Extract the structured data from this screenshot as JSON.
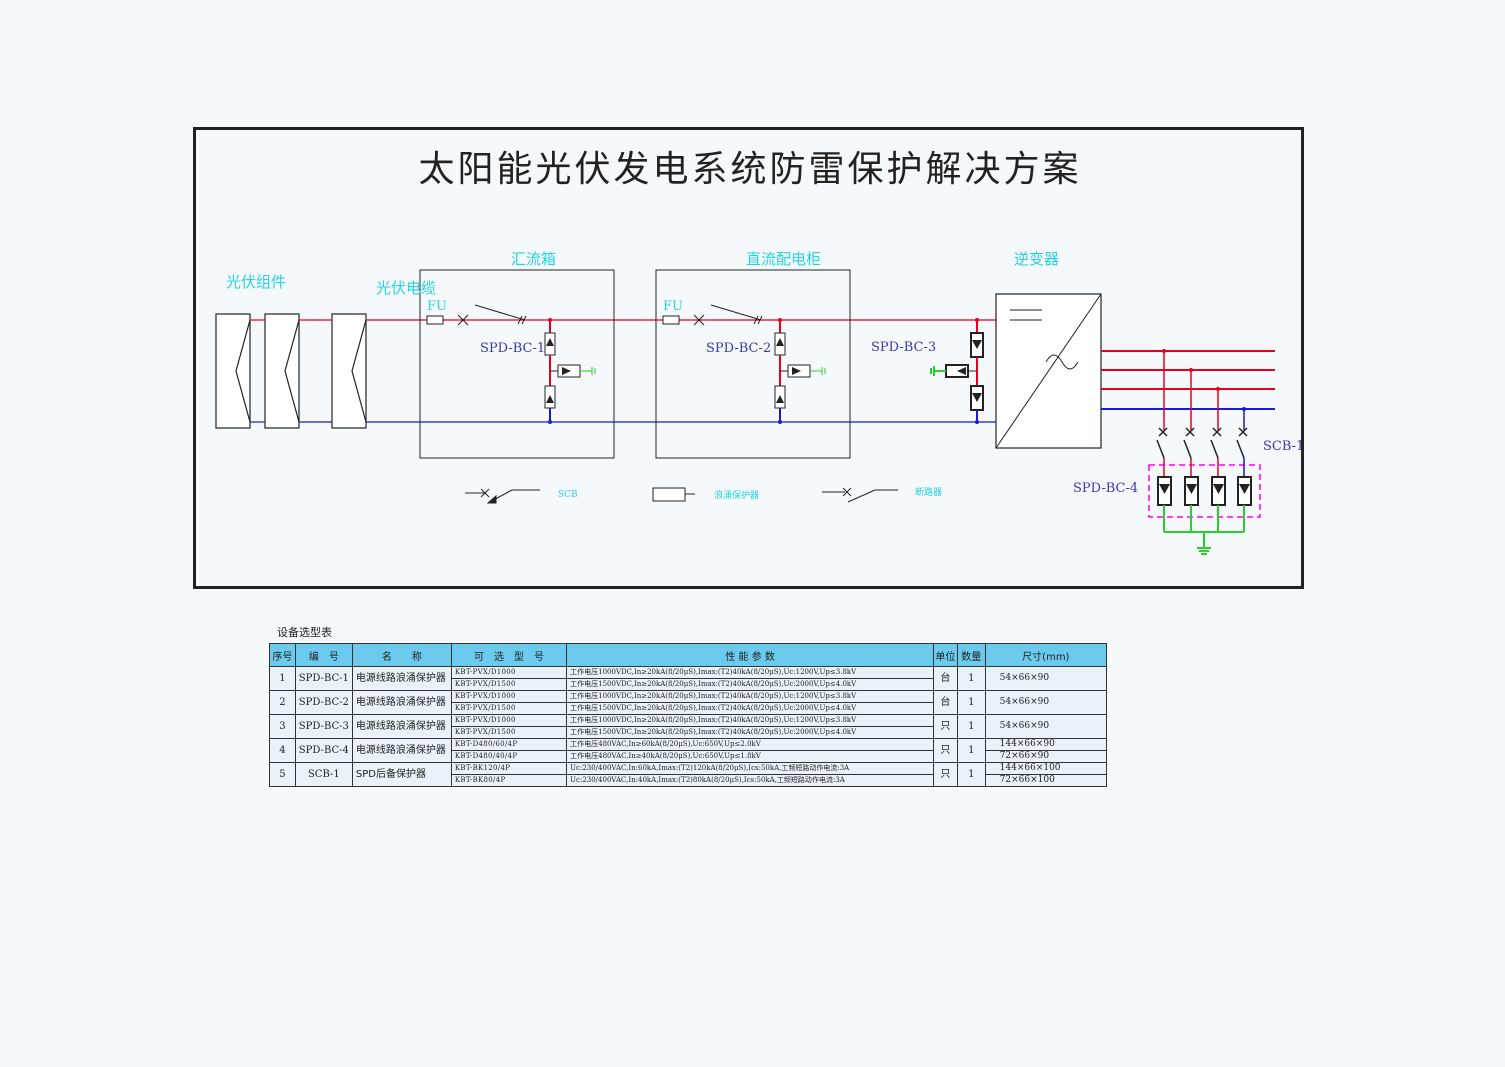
{
  "diagram": {
    "title": "太阳能光伏发电系统防雷保护解决方案",
    "labels": {
      "pv_module": "光伏组件",
      "pv_cable": "光伏电缆",
      "combiner_box": "汇流箱",
      "dc_cabinet": "直流配电柜",
      "inverter": "逆变器",
      "fu1": "FU",
      "fu2": "FU",
      "spd1": "SPD-BC-1",
      "spd2": "SPD-BC-2",
      "spd3": "SPD-BC-3",
      "spd4": "SPD-BC-4",
      "scb1": "SCB-1"
    },
    "legend": {
      "scb": "SCB",
      "surge": "浪涌保护器",
      "breaker": "断路器"
    },
    "colors": {
      "positive_line": "#e8001c",
      "negative_line": "#1a1ad0",
      "ground": "#2ad12a",
      "label_cyan": "#26d3e6",
      "label_blue": "#3a3aa8",
      "spd4_box": "#ff00ff"
    }
  },
  "table": {
    "caption": "设备选型表",
    "headers": [
      "序号",
      "编　号",
      "名　　称",
      "可　选　型　号",
      "性 能 参 数",
      "单位",
      "数量",
      "尺寸(mm)"
    ],
    "rows": [
      {
        "no": "1",
        "code": "SPD-BC-1",
        "name": "电源线路浪涌保护器",
        "models": [
          "KBT-PVX/D1000",
          "KBT-PVX/D1500"
        ],
        "specs": [
          "工作电压1000VDC,In≥20kA(8/20μS),Imax:(T2)40kA(8/20μS),Uc:1200V,Up≤3.8kV",
          "工作电压1500VDC,In≥20kA(8/20μS),Imax:(T2)40kA(8/20μS),Uc:2000V,Up≤4.0kV"
        ],
        "unit": "台",
        "qty": "1",
        "sizes": [
          "54×66×90"
        ]
      },
      {
        "no": "2",
        "code": "SPD-BC-2",
        "name": "电源线路浪涌保护器",
        "models": [
          "KBT-PVX/D1000",
          "KBT-PVX/D1500"
        ],
        "specs": [
          "工作电压1000VDC,In≥20kA(8/20μS),Imax:(T2)40kA(8/20μS),Uc:1200V,Up≤3.8kV",
          "工作电压1500VDC,In≥20kA(8/20μS),Imax:(T2)40kA(8/20μS),Uc:2000V,Up≤4.0kV"
        ],
        "unit": "台",
        "qty": "1",
        "sizes": [
          "54×66×90"
        ]
      },
      {
        "no": "3",
        "code": "SPD-BC-3",
        "name": "电源线路浪涌保护器",
        "models": [
          "KBT-PVX/D1000",
          "KBT-PVX/D1500"
        ],
        "specs": [
          "工作电压1000VDC,In≥20kA(8/20μS),Imax:(T2)40kA(8/20μS),Uc:1200V,Up≤3.8kV",
          "工作电压1500VDC,In≥20kA(8/20μS),Imax:(T2)40kA(8/20μS),Uc:2000V,Up≤4.0kV"
        ],
        "unit": "只",
        "qty": "1",
        "sizes": [
          "54×66×90"
        ]
      },
      {
        "no": "4",
        "code": "SPD-BC-4",
        "name": "电源线路浪涌保护器",
        "models": [
          "KBT-D480/60/4P",
          "KBT-D480/40/4P"
        ],
        "specs": [
          "工作电压480VAC,In≥60kA(8/20μS),Uc:650V,Up≤2.0kV",
          "工作电压480VAC,In≥40kA(8/20μS),Uc:650V,Up≤1.8kV"
        ],
        "unit": "只",
        "qty": "1",
        "sizes": [
          "144×66×90",
          "72×66×90"
        ]
      },
      {
        "no": "5",
        "code": "SCB-1",
        "name": "SPD后备保护器",
        "models": [
          "KBT-BK120/4P",
          "KBT-BK80/4P"
        ],
        "specs": [
          "Uc:230/400VAC,In:60kA,Imax:(T2)120kA(8/20μS),Ics:50kA,工频短路动作电流:3A",
          "Uc:230/400VAC,In:40kA,Imax:(T2)80kA(8/20μS),Ics:50kA,工频短路动作电流:3A"
        ],
        "unit": "只",
        "qty": "1",
        "sizes": [
          "144×66×100",
          "72×66×100"
        ]
      }
    ]
  }
}
